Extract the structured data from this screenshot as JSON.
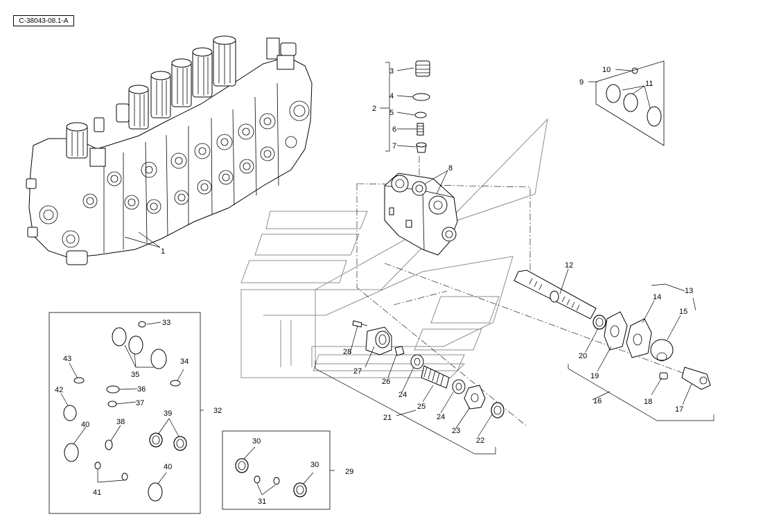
{
  "diagram": {
    "reference_code": "C-38043-08.1-A",
    "callouts": [
      "1",
      "2",
      "3",
      "4",
      "5",
      "6",
      "7",
      "8",
      "9",
      "10",
      "11",
      "12",
      "13",
      "14",
      "15",
      "16",
      "17",
      "18",
      "19",
      "20",
      "21",
      "22",
      "23",
      "24",
      "24",
      "25",
      "26",
      "27",
      "28",
      "29",
      "30",
      "30",
      "31",
      "32",
      "33",
      "34",
      "35",
      "36",
      "37",
      "38",
      "39",
      "40",
      "40",
      "41",
      "42",
      "43"
    ],
    "kit_boxes": [
      "9",
      "29",
      "32"
    ]
  }
}
